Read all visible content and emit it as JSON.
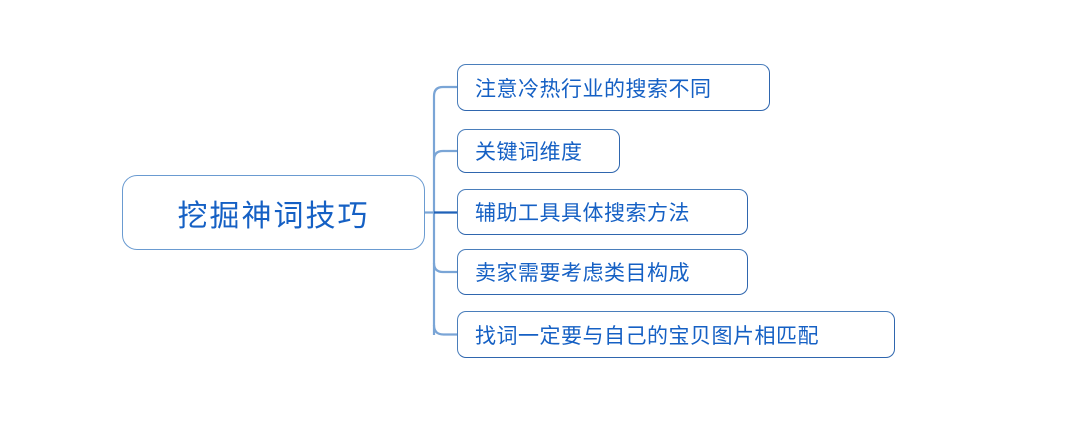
{
  "diagram": {
    "type": "mind-map",
    "orientation": "left-to-right",
    "background_color": "#ffffff",
    "node_border_color": "#4a7ebb",
    "node_text_color": "#1560c4",
    "connector_color": "#7aa5d6",
    "connector_highlight_color": "#1f61b8",
    "root": {
      "label": "挖掘神词技巧"
    },
    "branches": [
      {
        "label": "注意冷热行业的搜索不同"
      },
      {
        "label": "关键词维度"
      },
      {
        "label": "辅助工具具体搜索方法"
      },
      {
        "label": "卖家需要考虑类目构成"
      },
      {
        "label": "找词一定要与自己的宝贝图片相匹配"
      }
    ]
  }
}
